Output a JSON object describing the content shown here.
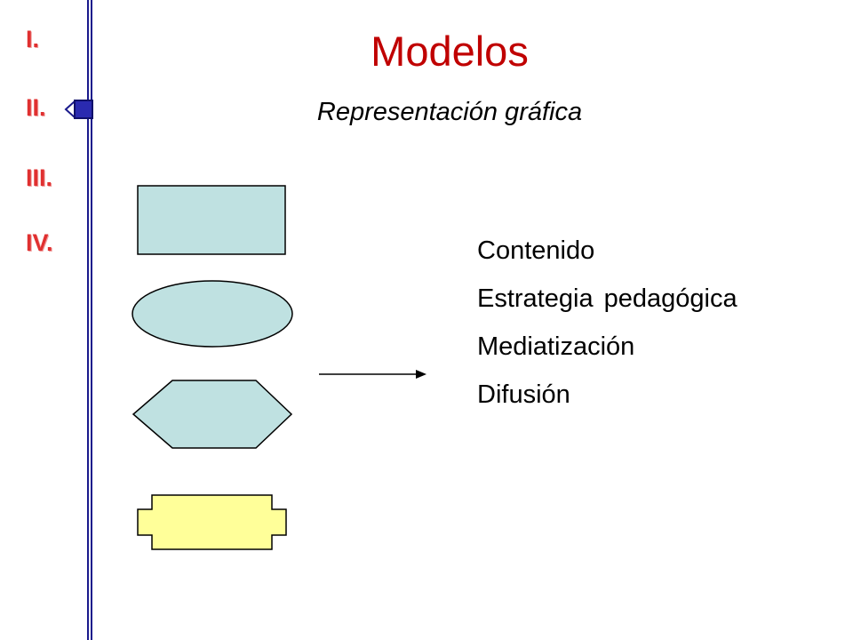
{
  "nav": {
    "items": [
      {
        "label": "I."
      },
      {
        "label": "II."
      },
      {
        "label": "III."
      },
      {
        "label": "IV."
      }
    ],
    "accent": "#e03030",
    "rail_color": "#1a1a8c"
  },
  "header": {
    "title": "Modelos",
    "subtitle": "Representación gráfica",
    "title_color": "#c00000"
  },
  "legend": {
    "items": [
      {
        "label": "Contenido",
        "shape": "rectangle"
      },
      {
        "label": "Estrategia pedagógica",
        "shape": "ellipse"
      },
      {
        "label": "Mediatización",
        "shape": "hexagon"
      },
      {
        "label": "Difusión",
        "shape": "notched-rectangle"
      }
    ],
    "connector": "arrow-right"
  },
  "colors": {
    "shape_fill": "#bfe1e1",
    "difusion_fill": "#ffff99",
    "stroke": "#000000"
  }
}
